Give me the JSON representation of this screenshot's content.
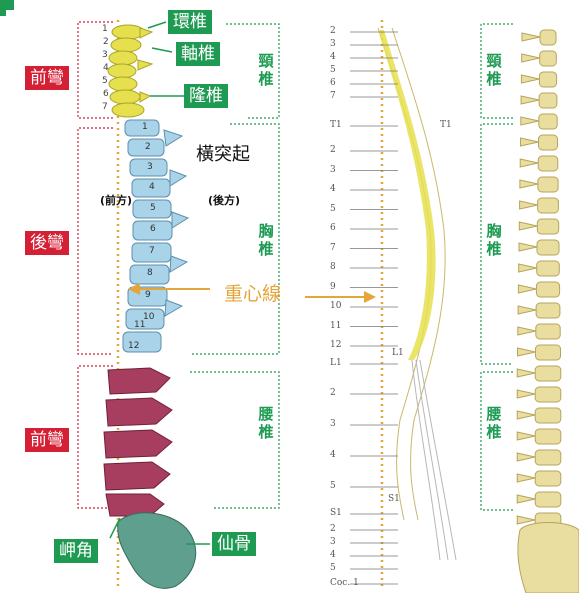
{
  "labels": {
    "cervical_top": "環椎",
    "cervical_axis": "軸椎",
    "cervical_prominens": "隆椎",
    "transverse_process": "橫突起",
    "front": "(前方)",
    "back": "(後方)",
    "center_line": "重心線",
    "promontory": "岬角",
    "sacrum": "仙骨"
  },
  "curves": {
    "cervical": "前彎",
    "thoracic": "後彎",
    "lumbar": "前彎"
  },
  "regions_left": {
    "cervical": "頸椎",
    "thoracic": "胸椎",
    "lumbar": "腰椎"
  },
  "regions_right": {
    "cervical": "頸椎",
    "thoracic": "胸椎",
    "lumbar": "腰椎"
  },
  "vertebra_numbers": {
    "cervical": [
      "1",
      "2",
      "3",
      "4",
      "5",
      "6",
      "7"
    ],
    "thoracic": [
      "1",
      "2",
      "3",
      "4",
      "5",
      "6",
      "7",
      "8",
      "9",
      "10",
      "11",
      "12"
    ]
  },
  "middle_ruler": {
    "cervical": [
      "2",
      "3",
      "4",
      "5",
      "6",
      "7"
    ],
    "t1": "T1",
    "thoracic": [
      "2",
      "3",
      "4",
      "5",
      "6",
      "7",
      "8",
      "9",
      "10",
      "11",
      "12"
    ],
    "l1": "L1",
    "lumbar": [
      "2",
      "3",
      "4",
      "5"
    ],
    "s1": "S1",
    "sacral": [
      "2",
      "3",
      "4",
      "5"
    ],
    "coc": "Coc. 1",
    "t1_right": "T1",
    "l1_label": "L1",
    "s1_label": "S1"
  },
  "colors": {
    "cervical": "#e6e04e",
    "thoracic": "#a9d3e8",
    "lumbar": "#a83e5f",
    "sacrum": "#5f9f8e",
    "red_tag": "#d51f35",
    "green_tag": "#1f9a52",
    "gravity_line": "#e6a53a"
  }
}
